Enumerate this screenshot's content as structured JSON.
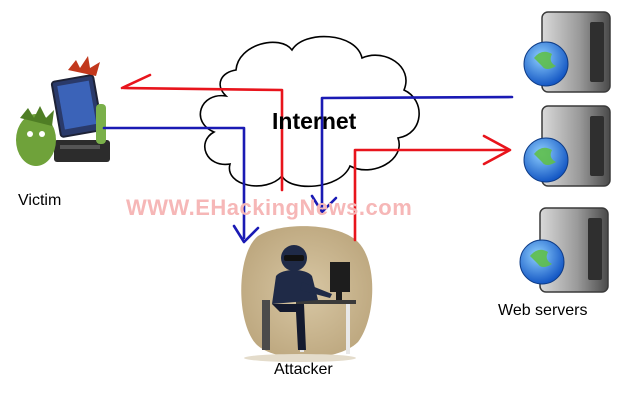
{
  "labels": {
    "victim": "Victim",
    "attacker": "Attacker",
    "web_servers": "Web servers",
    "internet": "Internet",
    "watermark": "WWW.EHackingNews.com"
  },
  "colors": {
    "red_flow": "#e8141c",
    "blue_flow": "#1a1ab4",
    "cloud_stroke": "#000000",
    "server_body": "#4a4a4a",
    "globe": "#1e6fd9"
  },
  "icons": [
    "victim-computer-icon",
    "cloud-icon",
    "attacker-hacker-icon",
    "server-icon"
  ]
}
